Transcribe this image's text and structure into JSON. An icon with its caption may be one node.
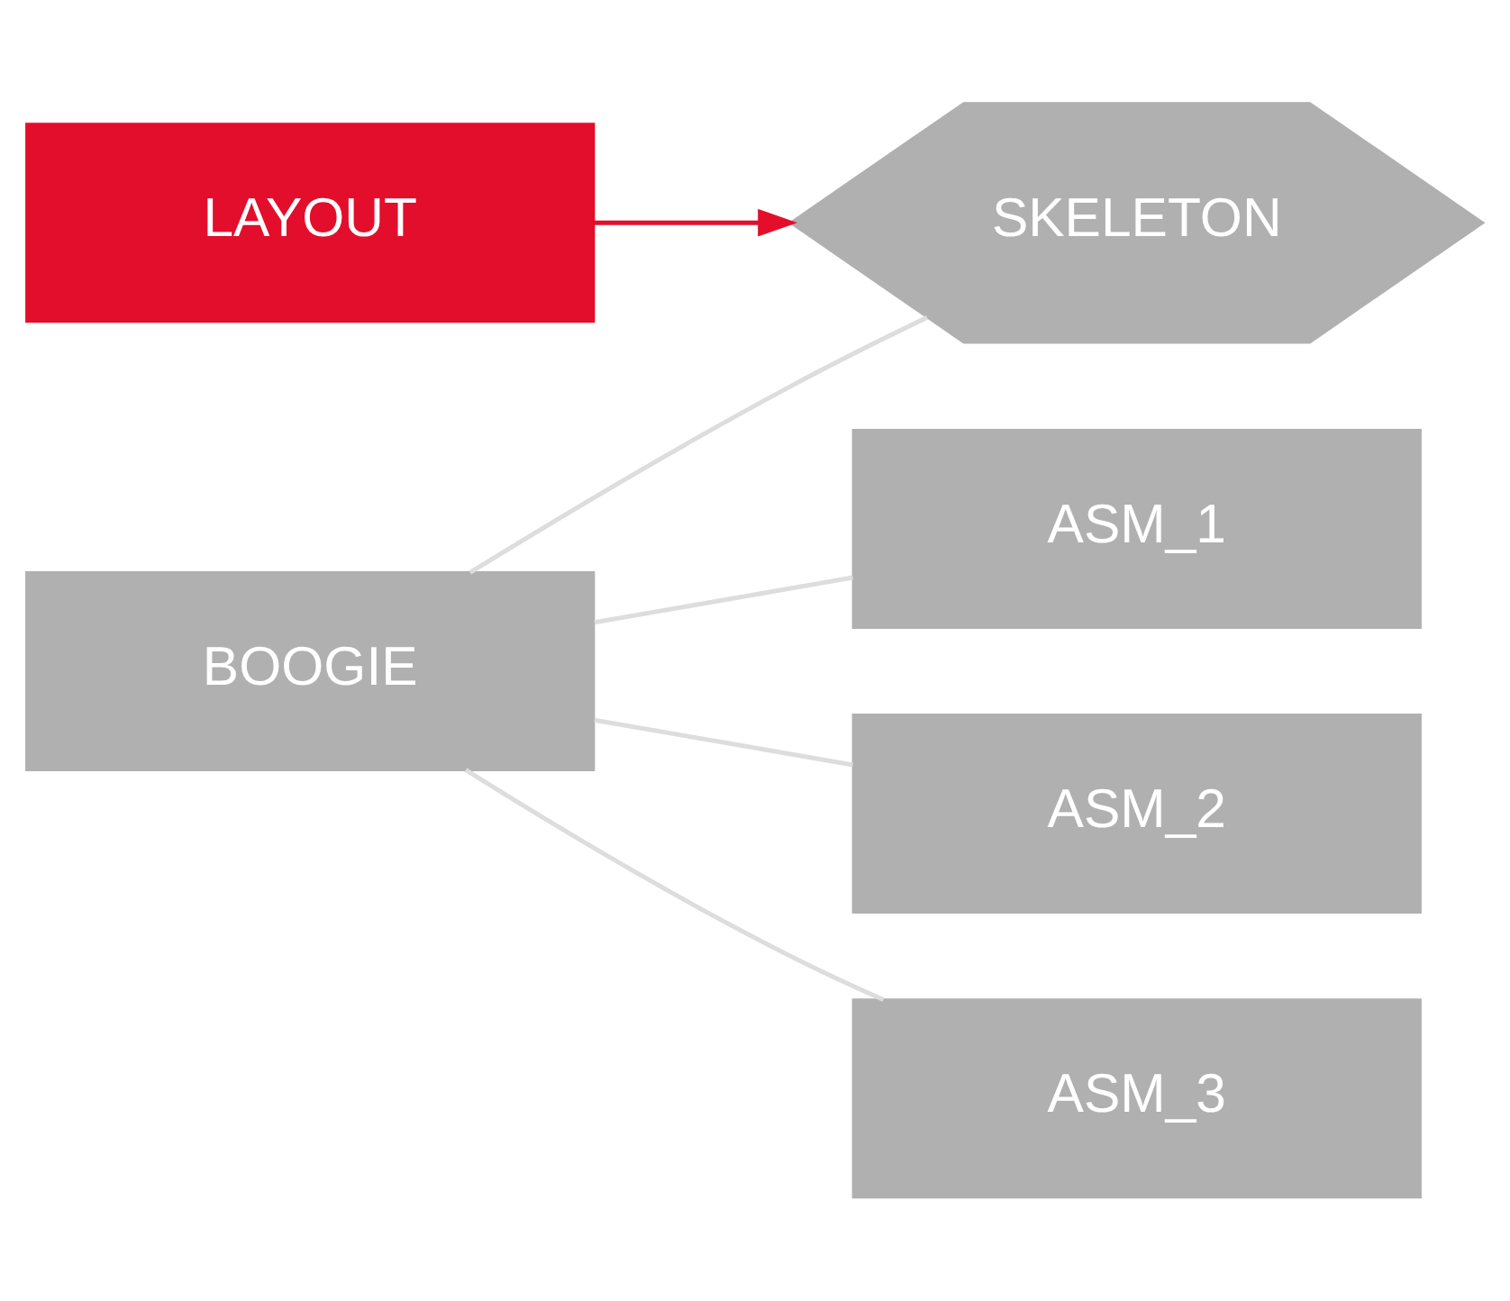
{
  "diagram": {
    "nodes": [
      {
        "text": [
          "BOOGIE"
        ]
      },
      {
        "text": [
          "LAYOUT"
        ]
      },
      {
        "text": [
          "SKELETON"
        ]
      },
      {
        "text": [
          "ASM_1"
        ]
      },
      {
        "text": [
          "ASM_2"
        ]
      },
      {
        "text": [
          "ASM_3"
        ]
      }
    ],
    "edges": [
      {
        "from": 0,
        "to": 2,
        "arrow": "none"
      },
      {
        "from": 0,
        "to": 3,
        "arrow": "none"
      },
      {
        "from": 0,
        "to": 4,
        "arrow": "none"
      },
      {
        "from": 0,
        "to": 5,
        "arrow": "none"
      },
      {
        "from": 1,
        "to": 2,
        "arrow": "to",
        "color": "#e30e2b"
      }
    ]
  }
}
